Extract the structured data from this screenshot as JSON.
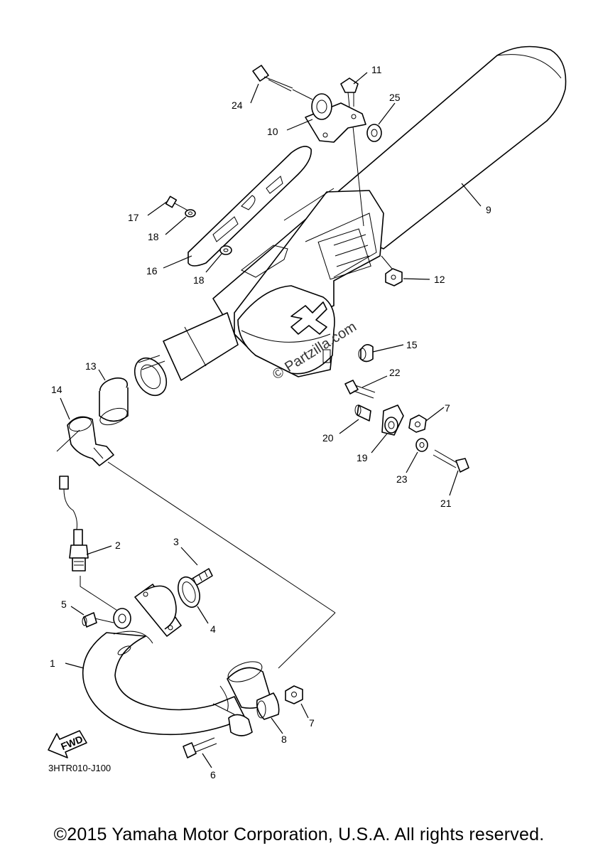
{
  "diagram": {
    "code": "3HTR010-J100",
    "copyright": "©2015 Yamaha Motor Corporation, U.S.A. All rights reserved.",
    "watermark": "© Partzilla.com",
    "fwd_label": "FWD",
    "callouts": [
      "1",
      "2",
      "3",
      "4",
      "5",
      "6",
      "7",
      "7",
      "8",
      "9",
      "10",
      "11",
      "12",
      "13",
      "14",
      "15",
      "16",
      "17",
      "18",
      "18",
      "19",
      "20",
      "21",
      "22",
      "23",
      "24",
      "25"
    ]
  }
}
